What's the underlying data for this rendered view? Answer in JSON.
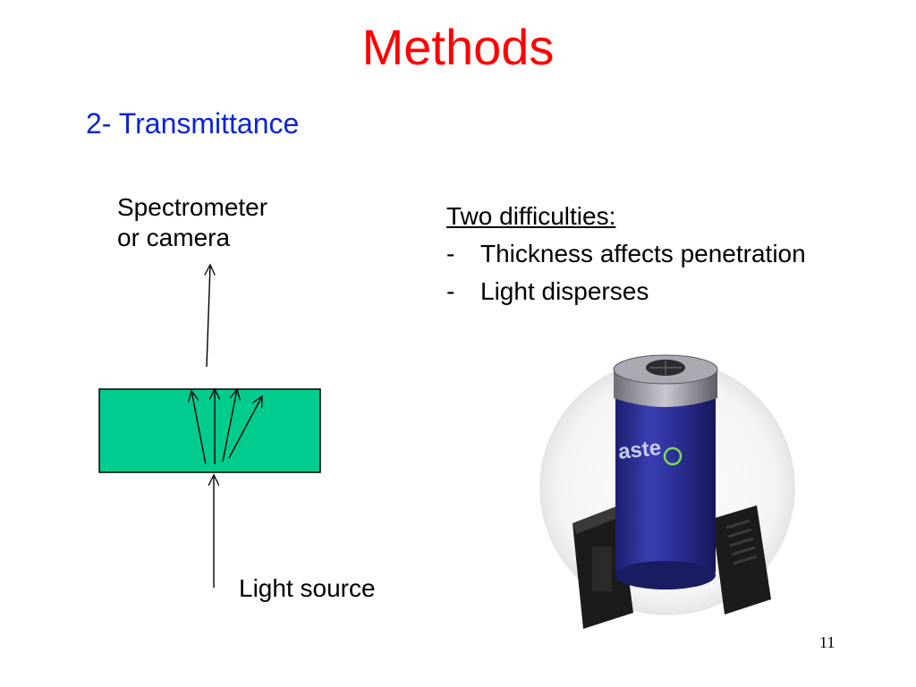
{
  "slide": {
    "title": "Methods",
    "subtitle": "2- Transmittance",
    "page_number": "11"
  },
  "diagram": {
    "detector_label_line1": "Spectrometer",
    "detector_label_line2": "or camera",
    "source_label": "Light source",
    "sample_color": "#00cc8f"
  },
  "difficulties": {
    "heading": "Two difficulties:",
    "items": [
      {
        "bullet": "-",
        "text": "Thickness affects penetration"
      },
      {
        "bullet": "-",
        "text": "Light disperses"
      }
    ]
  },
  "device_image": {
    "icon": "spectrometer-device-photo",
    "body_color": "#2c2f96"
  }
}
